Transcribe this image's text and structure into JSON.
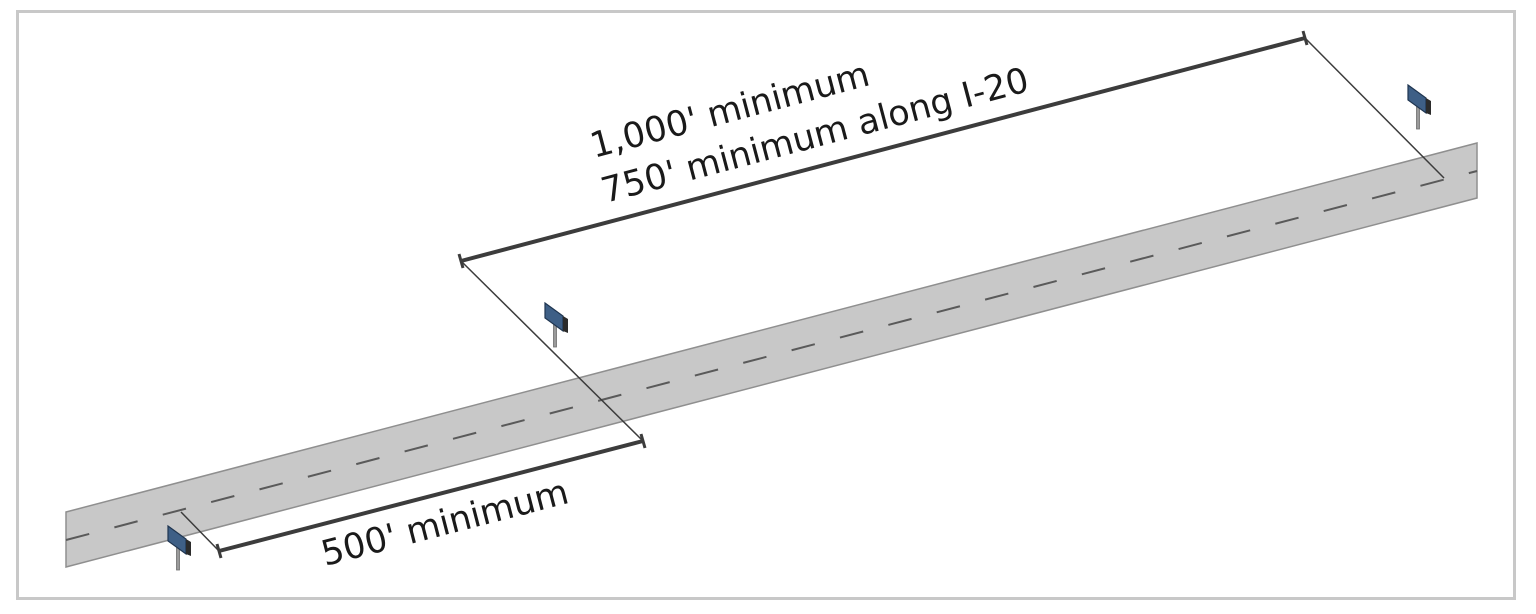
{
  "diagram": {
    "labels": {
      "top_line1": "1,000' minimum",
      "top_line2": "750' minimum along I-20",
      "bottom": "500' minimum"
    },
    "colors": {
      "road": "#c8c8c8",
      "road_edge": "#8f8f8f",
      "dimension_line": "#3c3c3c",
      "sign_face": "#3e5f86",
      "sign_post": "#9a9a9a",
      "frame_border": "#c8c8c8"
    },
    "icons": [
      "billboard-icon",
      "billboard-icon",
      "billboard-icon"
    ]
  }
}
